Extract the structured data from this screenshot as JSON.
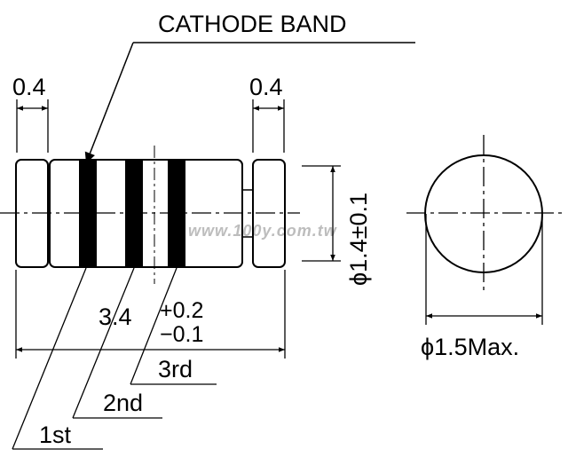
{
  "labels": {
    "cathode_band": "CATHODE BAND",
    "dim_left_cap": "0.4",
    "dim_right_cap": "0.4",
    "dim_diameter_body": "ϕ1.4±0.1",
    "dim_length": "3.4",
    "tol_plus": "+0.2",
    "tol_minus": "−0.1",
    "band_3rd": "3rd",
    "band_2nd": "2nd",
    "band_1st": "1st",
    "dim_diameter_max": "ϕ1.5Max.",
    "watermark": "www.100y.com.tw"
  },
  "colors": {
    "ink": "#000000",
    "background": "#ffffff",
    "watermark": "#bdbdbd"
  }
}
